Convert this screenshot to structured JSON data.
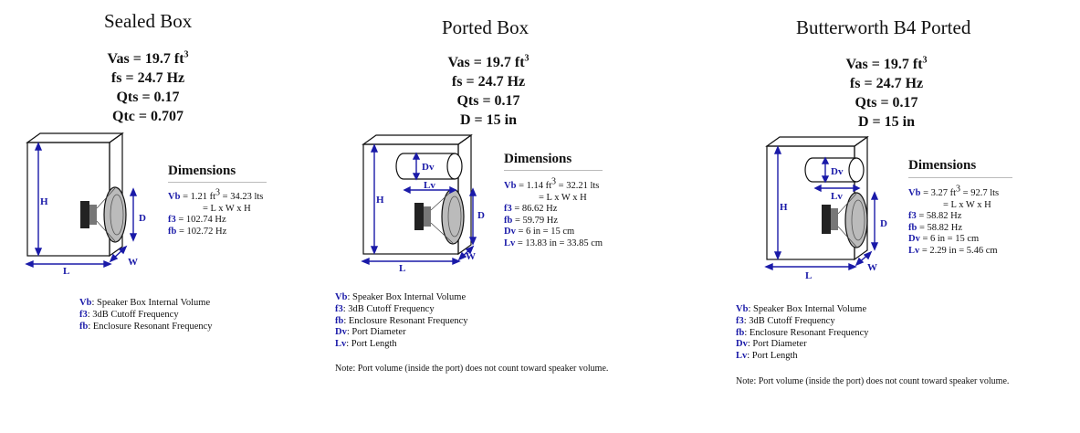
{
  "panels": [
    {
      "title": "Sealed Box",
      "params": {
        "vas": "Vas = 19.7 ft",
        "vas_sup": "3",
        "fs": "fs = 24.7 Hz",
        "qts": "Qts = 0.17",
        "extra": "Qtc = 0.707"
      },
      "dimensions_title": "Dimensions",
      "vb": {
        "key": "Vb",
        "text": " = 1.21 ft",
        "sup": "3",
        "rest": "  =  34.23 lts"
      },
      "formula": "= L x W x H",
      "rows": [
        {
          "key": "f3",
          "text": " = 102.74 Hz"
        },
        {
          "key": "fb",
          "text": " = 102.72 Hz"
        }
      ],
      "diagram_labels": {
        "h": "H",
        "d": "D",
        "l": "L",
        "w": "W"
      },
      "legend": [
        {
          "key": "Vb",
          "text": ": Speaker Box Internal Volume"
        },
        {
          "key": "f3",
          "text": ": 3dB Cutoff Frequency"
        },
        {
          "key": "fb",
          "text": ": Enclosure Resonant Frequency"
        }
      ]
    },
    {
      "title": "Ported Box",
      "params": {
        "vas": "Vas = 19.7 ft",
        "vas_sup": "3",
        "fs": "fs = 24.7 Hz",
        "qts": "Qts = 0.17",
        "extra": "D = 15 in"
      },
      "dimensions_title": "Dimensions",
      "vb": {
        "key": "Vb",
        "text": " = 1.14 ft",
        "sup": "3",
        "rest": "  =  32.21 lts"
      },
      "formula": "= L x W x H",
      "rows": [
        {
          "key": "f3",
          "text": " = 86.62 Hz"
        },
        {
          "key": "fb",
          "text": " = 59.79 Hz"
        },
        {
          "key": "Dv",
          "text": " = 6 in  =  15 cm"
        },
        {
          "key": "Lv",
          "text": " = 13.83 in  =  33.85 cm"
        }
      ],
      "diagram_labels": {
        "h": "H",
        "d": "D",
        "l": "L",
        "w": "W",
        "dv": "Dv",
        "lv": "Lv"
      },
      "legend": [
        {
          "key": "Vb",
          "text": ": Speaker Box Internal Volume"
        },
        {
          "key": "f3",
          "text": ": 3dB Cutoff Frequency"
        },
        {
          "key": "fb",
          "text": ": Enclosure Resonant Frequency"
        },
        {
          "key": "Dv",
          "text": ": Port Diameter"
        },
        {
          "key": "Lv",
          "text": ": Port Length"
        }
      ],
      "note": "Note: Port volume (inside the port) does not count toward speaker volume."
    },
    {
      "title": "Butterworth B4 Ported",
      "params": {
        "vas": "Vas = 19.7 ft",
        "vas_sup": "3",
        "fs": "fs = 24.7 Hz",
        "qts": "Qts = 0.17",
        "extra": "D = 15 in"
      },
      "dimensions_title": "Dimensions",
      "vb": {
        "key": "Vb",
        "text": " = 3.27 ft",
        "sup": "3",
        "rest": "  =  92.7 lts"
      },
      "formula": "= L x W x H",
      "rows": [
        {
          "key": "f3",
          "text": " = 58.82 Hz"
        },
        {
          "key": "fb",
          "text": " = 58.82 Hz"
        },
        {
          "key": "Dv",
          "text": " = 6 in  =  15 cm"
        },
        {
          "key": "Lv",
          "text": " = 2.29 in  =  5.46 cm"
        }
      ],
      "diagram_labels": {
        "h": "H",
        "d": "D",
        "l": "L",
        "w": "W",
        "dv": "Dv",
        "lv": "Lv"
      },
      "legend": [
        {
          "key": "Vb",
          "text": ": Speaker Box Internal Volume"
        },
        {
          "key": "f3",
          "text": ": 3dB Cutoff Frequency"
        },
        {
          "key": "fb",
          "text": ": Enclosure Resonant Frequency"
        },
        {
          "key": "Dv",
          "text": ": Port Diameter"
        },
        {
          "key": "Lv",
          "text": ": Port Length"
        }
      ],
      "note": "Note: Port volume (inside the port) does not count toward speaker volume."
    }
  ],
  "colors": {
    "dimension_arrow": "#1a1aa8",
    "box_line": "#111111"
  }
}
